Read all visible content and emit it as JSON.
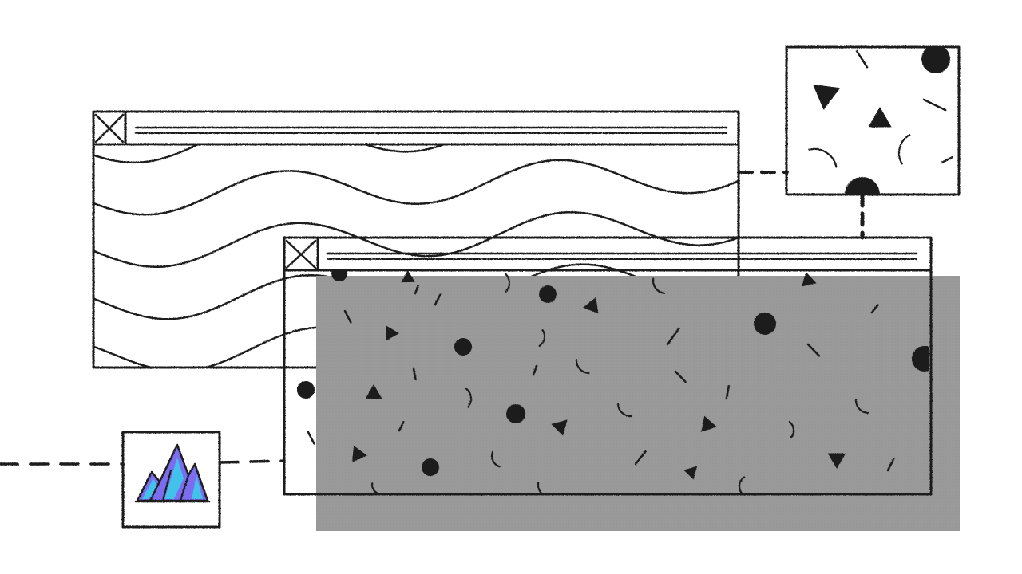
{
  "scene": {
    "background_color": "#ffffff",
    "ink_color": "#1b1b1b",
    "shadow_color": "#999999",
    "accent_colors": [
      "#7b6cf0",
      "#43c2ea",
      "#5a5be0"
    ]
  },
  "windows": [
    {
      "id": "back-window",
      "pattern": "waves",
      "close_icon": "close-icon"
    },
    {
      "id": "front-window",
      "pattern": "confetti",
      "close_icon": "close-icon",
      "has_drop_shadow": true
    }
  ],
  "nodes": [
    {
      "id": "confetti-tile",
      "pattern": "confetti"
    },
    {
      "id": "image-thumbnail",
      "icon": "mountain-icon"
    }
  ],
  "connectors": [
    "dashed-line-left",
    "dashed-line-thumbnail-to-window",
    "dashed-line-window-to-tile",
    "dashed-line-tile-to-window"
  ]
}
